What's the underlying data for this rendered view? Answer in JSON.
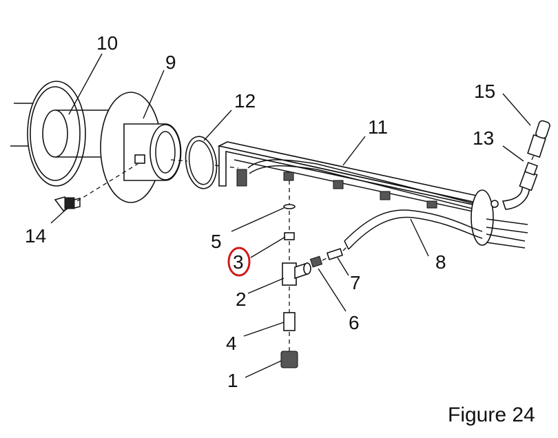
{
  "figure_caption": "Figure 24",
  "callouts": {
    "c1": "1",
    "c2": "2",
    "c3": "3",
    "c4": "4",
    "c5": "5",
    "c6": "6",
    "c7": "7",
    "c8": "8",
    "c9": "9",
    "c10": "10",
    "c11": "11",
    "c12": "12",
    "c13": "13",
    "c14": "14",
    "c15": "15"
  },
  "highlighted_callout": "3",
  "colors": {
    "highlight": "#d11a1a",
    "ink": "#111111"
  }
}
